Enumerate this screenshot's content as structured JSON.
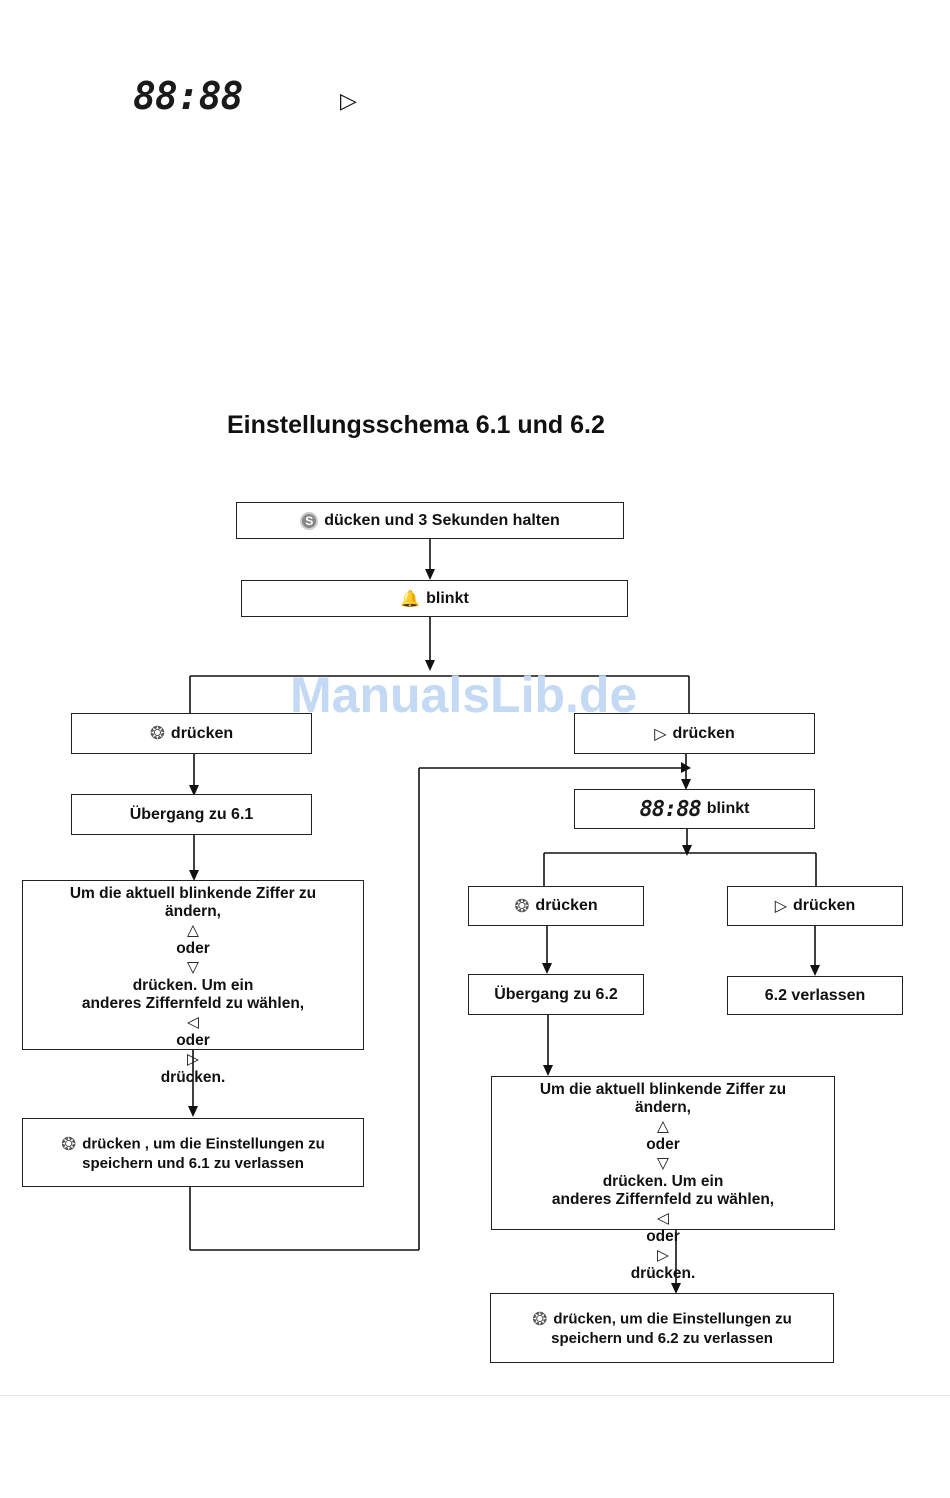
{
  "header": {
    "display_digits": "88:88",
    "play_symbol": "▷"
  },
  "title": "Einstellungsschema 6.1 und 6.2",
  "watermark": "ManualsLib.de",
  "icons": {
    "s_button": "S",
    "gear": "❂",
    "bell": "🔔",
    "right_triangle": "▷",
    "left_triangle": "◁",
    "up_triangle": "△",
    "down_triangle": "▽"
  },
  "flow": {
    "start": {
      "icon": "s-button-icon",
      "text": "dücken und 3 Sekunden halten"
    },
    "blink": {
      "icon": "bell-icon",
      "text": "blinkt"
    },
    "left_press": {
      "icon": "gear-icon",
      "text": "drücken"
    },
    "right_press": {
      "text": "drücken"
    },
    "goto_61": {
      "text": "Übergang zu 6.1"
    },
    "instructions_left": {
      "l1": "Um die aktuell blinkende Ziffer zu",
      "l2a": "ändern, ",
      "l2b": " oder ",
      "l2c": " drücken. Um ein",
      "l3a": "anderes Ziffernfeld zu wählen, ",
      "l3b": " oder",
      "l4": " drücken."
    },
    "save_61": {
      "l1": "drücken , um die Einstellungen zu",
      "l2": "speichern und 6.1 zu verlassen"
    },
    "digits_blink": {
      "digits": "88:88",
      "text": "blinkt"
    },
    "mid_press": {
      "text": "drücken"
    },
    "right2_press": {
      "text": "drücken"
    },
    "goto_62": {
      "text": "Übergang zu 6.2"
    },
    "exit_62": {
      "text": "6.2 verlassen"
    },
    "instructions_right": {
      "l1": "Um die aktuell blinkende Ziffer zu",
      "l2a": "ändern, ",
      "l2b": " oder ",
      "l2c": " drücken. Um ein",
      "l3a": "anderes Ziffernfeld zu wählen, ",
      "l3b": " oder",
      "l4": " drücken."
    },
    "save_62": {
      "l1": "drücken, um die Einstellungen zu",
      "l2": "speichern und 6.2 zu verlassen"
    }
  }
}
